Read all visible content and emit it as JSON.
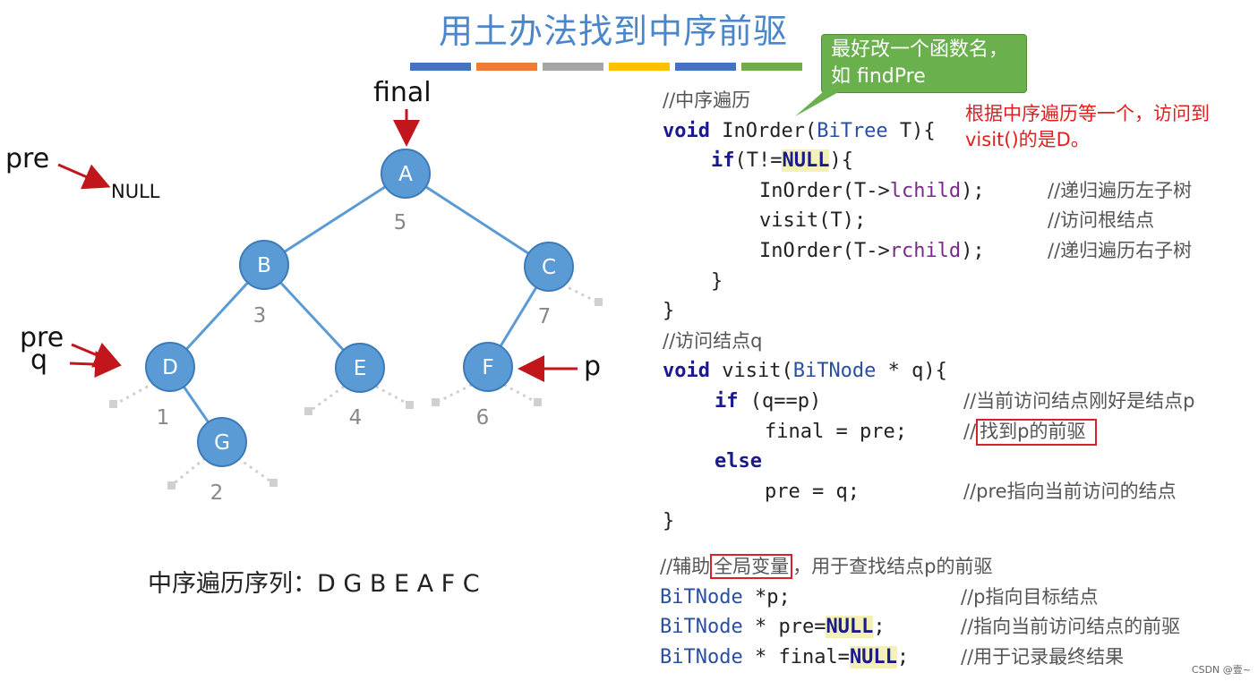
{
  "title": "用土办法找到中序前驱",
  "color_bars": [
    "#4472c4",
    "#ed7d31",
    "#a5a5a5",
    "#ffc000",
    "#4472c4",
    "#70ad47"
  ],
  "tree": {
    "nodes": [
      "A",
      "B",
      "C",
      "D",
      "E",
      "F",
      "G"
    ],
    "order_numbers": [
      "5",
      "3",
      "7",
      "1",
      "4",
      "6",
      "2"
    ],
    "node_color": "#5b9bd5",
    "edge_color": "#5b9bd5"
  },
  "labels": {
    "final": "final",
    "pre_top": "pre",
    "null_text": "NULL",
    "pre_left": "pre",
    "q_left": "q",
    "p_right": "p"
  },
  "sequence": "中序遍历序列：D G B E A F C",
  "callout": "最好改一个函数名，如 findPre",
  "red_note_line1": "根据中序遍历等一个，访问到",
  "red_note_line2": "visit()的是D。",
  "code": {
    "c_inorder": "//中序遍历",
    "l1_void": "void",
    "l1_fn": " InOrder(",
    "l1_type": "BiTree",
    "l1_end": " T){",
    "l2_if": "if",
    "l2_a": "(T!=",
    "l2_null": "NULL",
    "l2_b": "){",
    "l3_a": "InOrder(T->",
    "l3_field": "lchild",
    "l3_b": ");",
    "l3_cm": "//递归遍历左子树",
    "l4_code": "visit(T);",
    "l4_cm": "//访问根结点",
    "l5_a": "InOrder(T->",
    "l5_field": "rchild",
    "l5_b": ");",
    "l5_cm": "//递归遍历右子树",
    "l6": "}",
    "l7": "}",
    "c_visit": "//访问结点q",
    "v1_void": "void",
    "v1_fn": " visit(",
    "v1_type": "BiTNode",
    "v1_end": " * q){",
    "v2_if": "if",
    "v2_code": " (q==p)",
    "v2_cm": "//当前访问结点刚好是结点p",
    "v3_code": "final = pre;",
    "v3_cm_a": "//",
    "v3_cm_b": "找到p的前驱",
    "v4_else": "else",
    "v5_code": "pre = q;",
    "v5_cm": "//pre指向当前访问的结点",
    "v6": "}",
    "g_cm_a": "//辅助",
    "g_cm_box": "全局变量",
    "g_cm_b": "，用于查找结点p的前驱",
    "g1_type": "BiTNode",
    "g1_code": " *p;",
    "g1_cm": "//p指向目标结点",
    "g2_type": "BiTNode",
    "g2_code": " * pre=",
    "g2_null": "NULL",
    "g2_end": ";",
    "g2_cm": "//指向当前访问结点的前驱",
    "g3_type": "BiTNode",
    "g3_code": " * final=",
    "g3_null": "NULL",
    "g3_end": ";",
    "g3_cm": "//用于记录最终结果"
  },
  "watermark_text": "CSDN @壹~"
}
